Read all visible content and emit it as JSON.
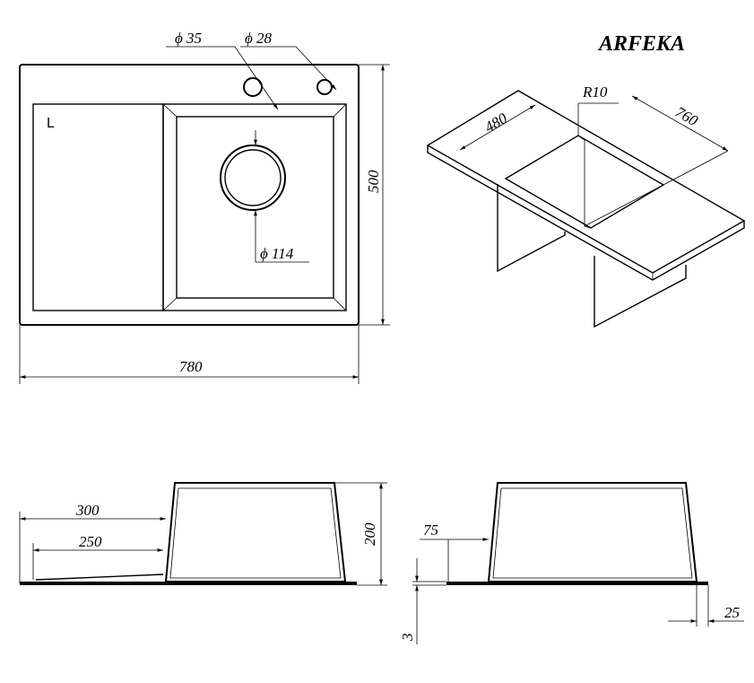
{
  "brand": "ARFEKA",
  "top_view": {
    "side_label": "L",
    "hole1": "ϕ 35",
    "hole2": "ϕ 28",
    "drain": "ϕ 114",
    "height": "500",
    "width": "780"
  },
  "iso_view": {
    "radius": "R10",
    "bowl_width": "480",
    "bowl_length": "760"
  },
  "side_view_left": {
    "dim_300": "300",
    "dim_250": "250",
    "depth": "200"
  },
  "side_view_right": {
    "dim_75": "75",
    "dim_3": "3",
    "dim_25": "25"
  }
}
